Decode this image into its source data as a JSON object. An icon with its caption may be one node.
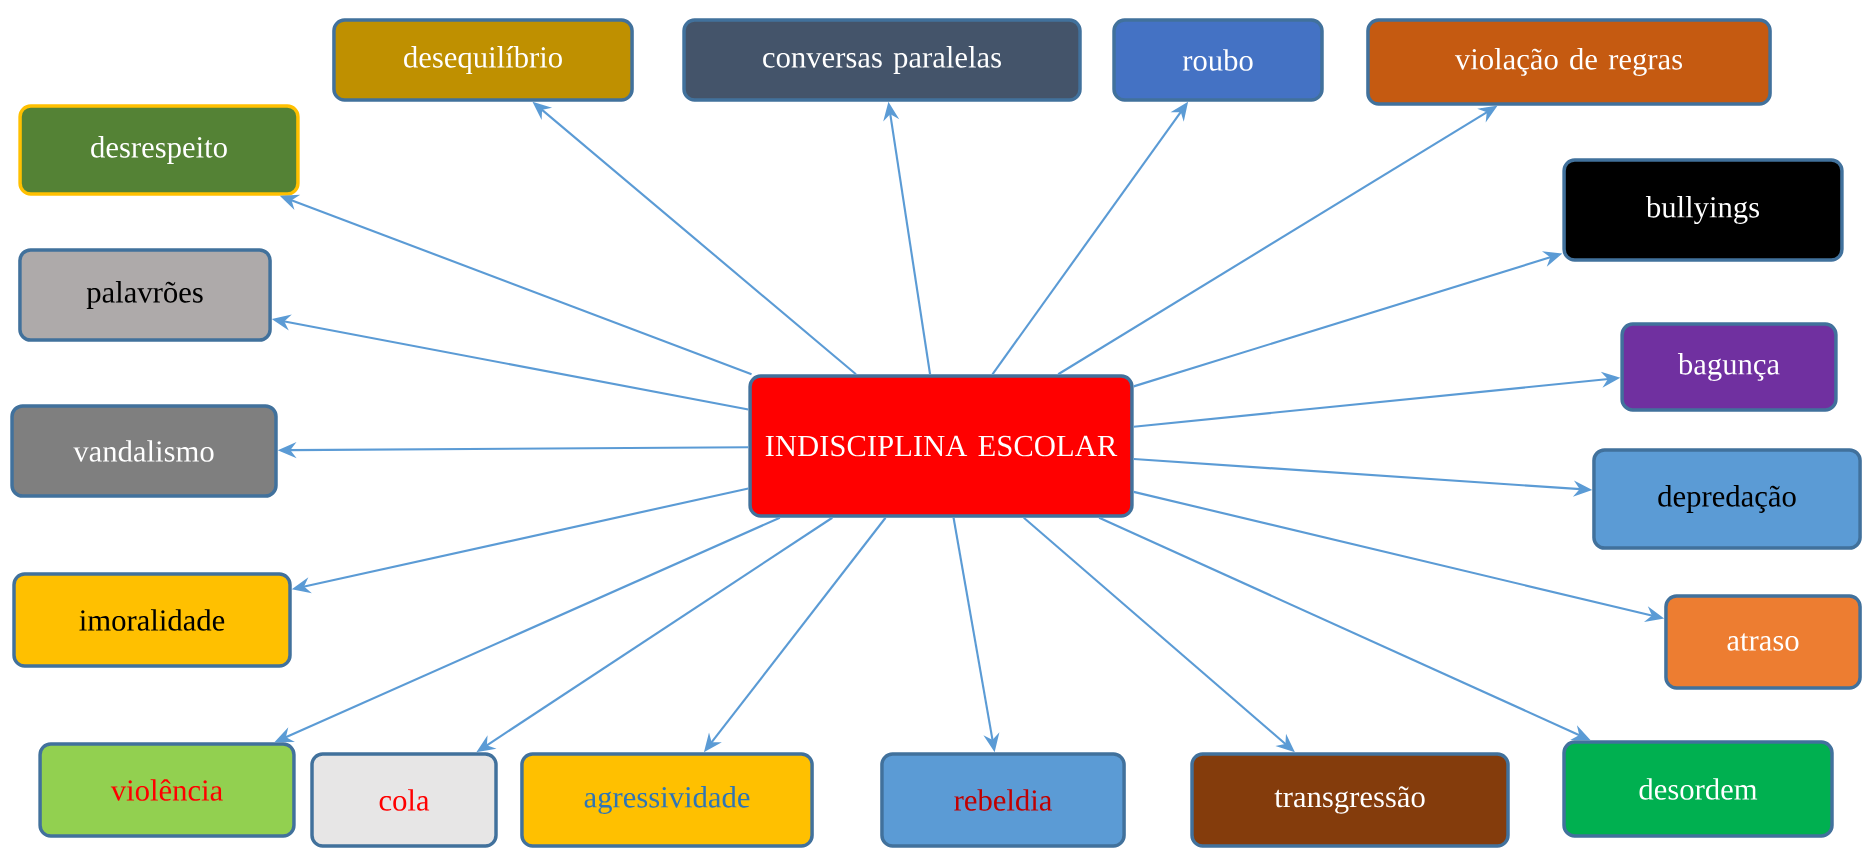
{
  "diagram": {
    "nodes": [
      {
        "text": [
          "INDISCIPLINA ESCOLAR"
        ]
      },
      {
        "text": [
          "desequilíbrio"
        ]
      },
      {
        "text": [
          "conversas paralelas"
        ]
      },
      {
        "text": [
          "roubo"
        ]
      },
      {
        "text": [
          "violação de regras"
        ]
      },
      {
        "text": [
          "desrespeito"
        ]
      },
      {
        "text": [
          "bullyings"
        ]
      },
      {
        "text": [
          "palavrões"
        ]
      },
      {
        "text": [
          "bagunça"
        ]
      },
      {
        "text": [
          "vandalismo"
        ]
      },
      {
        "text": [
          "depredação"
        ]
      },
      {
        "text": [
          "imoralidade"
        ]
      },
      {
        "text": [
          "atraso"
        ]
      },
      {
        "text": [
          "violência"
        ]
      },
      {
        "text": [
          "cola"
        ]
      },
      {
        "text": [
          "agressividade"
        ]
      },
      {
        "text": [
          "rebeldia"
        ]
      },
      {
        "text": [
          "transgressão"
        ]
      },
      {
        "text": [
          "desordem"
        ]
      }
    ],
    "edges": [
      {
        "from": 0,
        "to": 1,
        "arrow": "to"
      },
      {
        "from": 0,
        "to": 2,
        "arrow": "to"
      },
      {
        "from": 0,
        "to": 3,
        "arrow": "to"
      },
      {
        "from": 0,
        "to": 4,
        "arrow": "to"
      },
      {
        "from": 0,
        "to": 5,
        "arrow": "to"
      },
      {
        "from": 0,
        "to": 6,
        "arrow": "to"
      },
      {
        "from": 0,
        "to": 7,
        "arrow": "to"
      },
      {
        "from": 0,
        "to": 8,
        "arrow": "to"
      },
      {
        "from": 0,
        "to": 9,
        "arrow": "to"
      },
      {
        "from": 0,
        "to": 10,
        "arrow": "to"
      },
      {
        "from": 0,
        "to": 11,
        "arrow": "to"
      },
      {
        "from": 0,
        "to": 12,
        "arrow": "to"
      },
      {
        "from": 0,
        "to": 13,
        "arrow": "to"
      },
      {
        "from": 0,
        "to": 14,
        "arrow": "to"
      },
      {
        "from": 0,
        "to": 15,
        "arrow": "to"
      },
      {
        "from": 0,
        "to": 16,
        "arrow": "to"
      },
      {
        "from": 0,
        "to": 17,
        "arrow": "to"
      },
      {
        "from": 0,
        "to": 18,
        "arrow": "to"
      }
    ]
  }
}
